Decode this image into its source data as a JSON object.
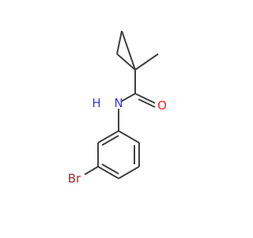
{
  "molecule": {
    "atoms": {
      "n": {
        "label": "N",
        "color": "#3333ff"
      },
      "nh": {
        "label": "H",
        "color": "#3333ff"
      },
      "o": {
        "label": "O",
        "color": "#ff2020"
      },
      "br": {
        "label": "Br",
        "color": "#a62929"
      }
    }
  }
}
